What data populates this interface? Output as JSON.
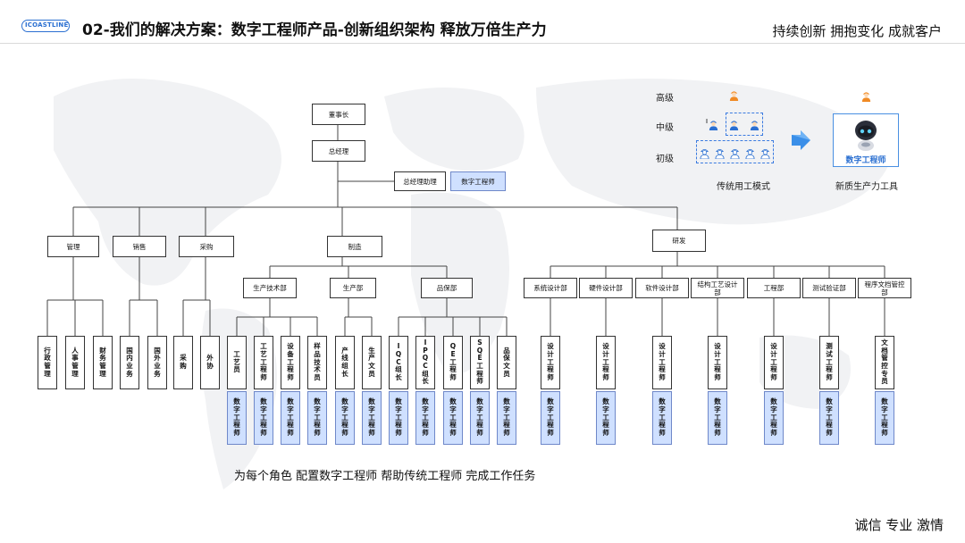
{
  "header": {
    "logo": "ICOASTLINE",
    "title": "02-我们的解决方案：数字工程师产品-创新组织架构  释放万倍生产力",
    "slogan": "持续创新  拥抱变化  成就客户"
  },
  "org": {
    "chairman": "董事长",
    "gm": "总经理",
    "gm_assistant": "总经理助理",
    "digital_engineer_box": "数字工程师",
    "level1": [
      "管理",
      "销售",
      "采购",
      "制造",
      "研发"
    ],
    "manufacturing_depts": [
      "生产技术部",
      "生产部",
      "品保部"
    ],
    "rd_depts": [
      "系统设计部",
      "硬件设计部",
      "软件设计部",
      "结构工艺设计部",
      "工程部",
      "测试验证部",
      "程序文档管控部"
    ],
    "leaf_roles": [
      "行政管理",
      "人事管理",
      "财务管理",
      "国内业务",
      "国外业务",
      "采购",
      "外协",
      "工艺员",
      "工艺工程师",
      "设备工程师",
      "样品技术员",
      "产线组长",
      "生产文员",
      "IQC组长",
      "IPQC组长",
      "QE工程师",
      "SQE工程师",
      "品保文员",
      "设计工程师",
      "设计工程师",
      "设计工程师",
      "设计工程师",
      "设计工程师",
      "测试工程师",
      "文档管控专员"
    ],
    "digital_role": "数字工程师"
  },
  "legend": {
    "high": "高级",
    "mid": "中级",
    "low": "初级",
    "traditional_caption": "传统用工模式",
    "new_caption": "新质生产力工具",
    "robot_label": "数字工程师"
  },
  "bottom_text": "为每个角色  配置数字工程师  帮助传统工程师  完成工作任务",
  "footer": "诚信  专业  激情"
}
